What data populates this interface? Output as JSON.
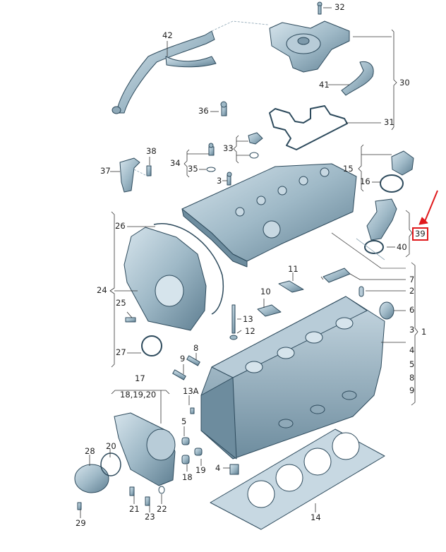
{
  "diagram": {
    "title": "Cylinder head exploded parts diagram",
    "highlight": {
      "label": "39",
      "color": "#e0191c"
    },
    "part_fill": "#a9c2cf",
    "part_dark": "#5f7f92",
    "part_stroke": "#2d4a5c",
    "callouts": [
      {
        "id": "c32",
        "label": "32"
      },
      {
        "id": "c42",
        "label": "42"
      },
      {
        "id": "c30",
        "label": "30"
      },
      {
        "id": "c41",
        "label": "41"
      },
      {
        "id": "c36",
        "label": "36"
      },
      {
        "id": "c31",
        "label": "31"
      },
      {
        "id": "c38",
        "label": "38"
      },
      {
        "id": "c33",
        "label": "33"
      },
      {
        "id": "c34",
        "label": "34"
      },
      {
        "id": "c35",
        "label": "35"
      },
      {
        "id": "c37",
        "label": "37"
      },
      {
        "id": "c15",
        "label": "15"
      },
      {
        "id": "c3a",
        "label": "3"
      },
      {
        "id": "c16",
        "label": "16"
      },
      {
        "id": "c26",
        "label": "26"
      },
      {
        "id": "c39",
        "label": "39"
      },
      {
        "id": "c40",
        "label": "40"
      },
      {
        "id": "c11",
        "label": "11"
      },
      {
        "id": "c7",
        "label": "7"
      },
      {
        "id": "c24",
        "label": "24"
      },
      {
        "id": "c10",
        "label": "10"
      },
      {
        "id": "c2",
        "label": "2"
      },
      {
        "id": "c25",
        "label": "25"
      },
      {
        "id": "c6",
        "label": "6"
      },
      {
        "id": "c13",
        "label": "13"
      },
      {
        "id": "c12",
        "label": "12"
      },
      {
        "id": "c3b",
        "label": "3"
      },
      {
        "id": "c1",
        "label": "1"
      },
      {
        "id": "c27",
        "label": "27"
      },
      {
        "id": "c8a",
        "label": "8"
      },
      {
        "id": "c4a",
        "label": "4"
      },
      {
        "id": "c9a",
        "label": "9"
      },
      {
        "id": "c5a",
        "label": "5"
      },
      {
        "id": "c17",
        "label": "17"
      },
      {
        "id": "c181920",
        "label": "18,19,20"
      },
      {
        "id": "c8b",
        "label": "8"
      },
      {
        "id": "c13A",
        "label": "13A"
      },
      {
        "id": "c9b",
        "label": "9"
      },
      {
        "id": "c5b",
        "label": "5"
      },
      {
        "id": "c28",
        "label": "28"
      },
      {
        "id": "c20",
        "label": "20"
      },
      {
        "id": "c19",
        "label": "19"
      },
      {
        "id": "c18",
        "label": "18"
      },
      {
        "id": "c4b",
        "label": "4"
      },
      {
        "id": "c21",
        "label": "21"
      },
      {
        "id": "c22",
        "label": "22"
      },
      {
        "id": "c23",
        "label": "23"
      },
      {
        "id": "c14",
        "label": "14"
      },
      {
        "id": "c29",
        "label": "29"
      }
    ]
  }
}
